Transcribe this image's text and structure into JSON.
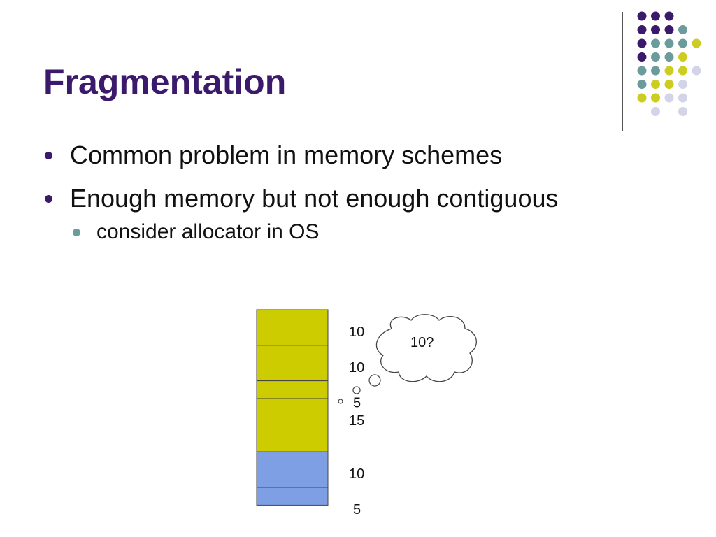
{
  "slide": {
    "title": "Fragmentation",
    "bullets": [
      {
        "text": "Common problem in memory schemes",
        "level": 1
      },
      {
        "text": "Enough memory but not enough contiguous",
        "level": 1
      },
      {
        "text": "consider allocator in OS",
        "level": 2
      }
    ]
  },
  "diagram": {
    "blocks": [
      {
        "label": "10",
        "size": 10,
        "state": "used"
      },
      {
        "label": "10",
        "size": 10,
        "state": "used"
      },
      {
        "label": "5",
        "size": 5,
        "state": "used"
      },
      {
        "label": "15",
        "size": 15,
        "state": "used"
      },
      {
        "label": "10",
        "size": 10,
        "state": "free"
      },
      {
        "label": "5",
        "size": 5,
        "state": "free"
      }
    ],
    "thought": "10?",
    "colors": {
      "used": "#cccc00",
      "free": "#7f9fe5",
      "border": "#444444"
    }
  },
  "theme": {
    "title_color": "#3b1a6b",
    "dot_colors": {
      "purple": "#3b1a6b",
      "teal": "#6b9b9b",
      "yellow": "#cccc22",
      "lavender": "#d4d4e8"
    }
  }
}
